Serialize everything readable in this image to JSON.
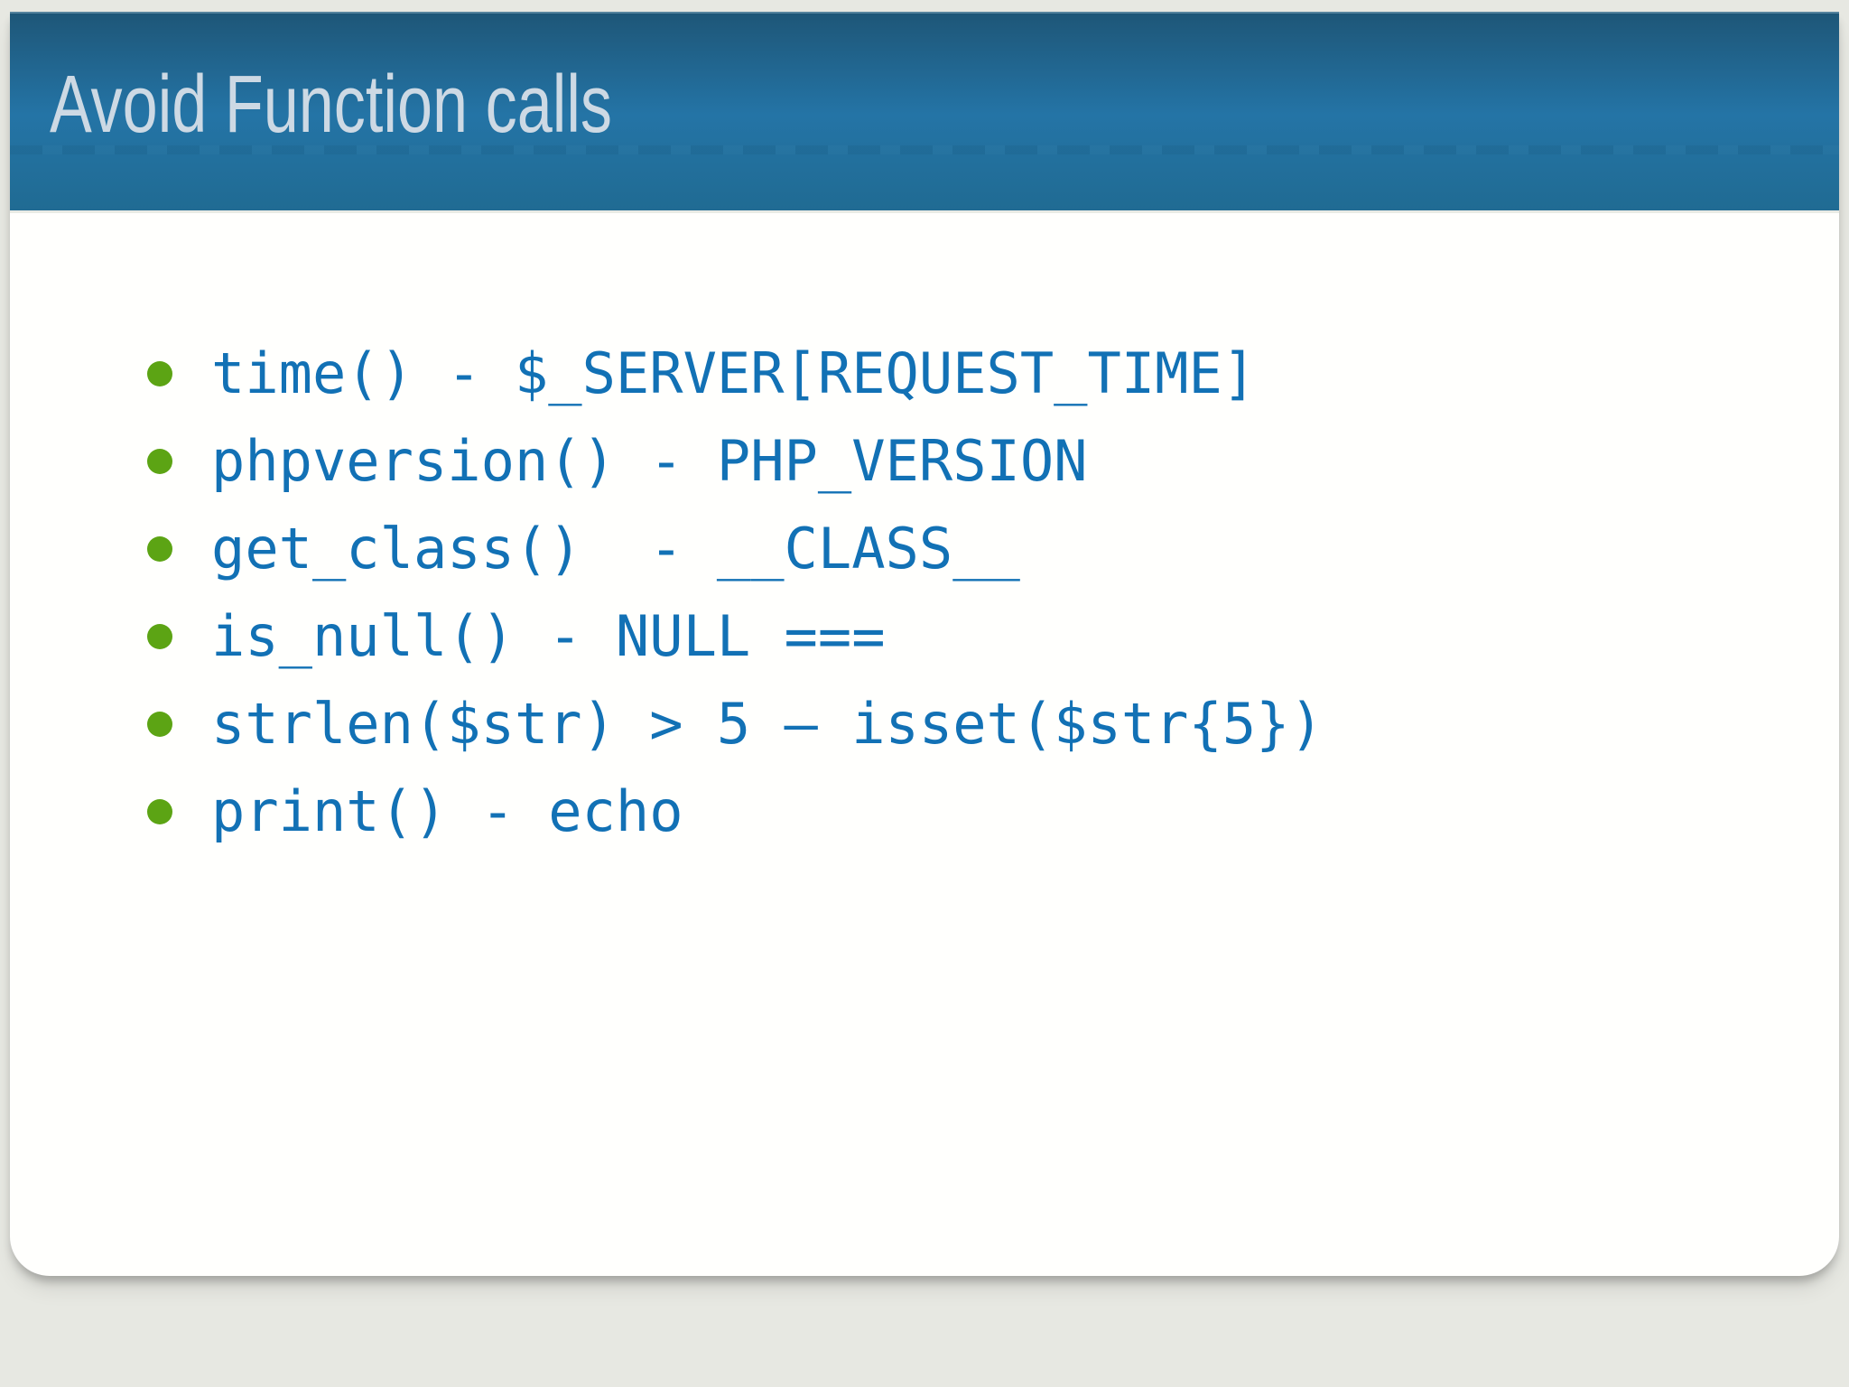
{
  "slide": {
    "title": "Avoid Function calls",
    "bullets": [
      "time() - $_SERVER[REQUEST_TIME]",
      "phpversion() - PHP_VERSION",
      "get_class()  - __CLASS__",
      "is_null() - NULL ===",
      "strlen($str) > 5 – isset($str{5})",
      "print() - echo"
    ],
    "colors": {
      "canvas_bg": "#e7e8e2",
      "slide_bg": "#fffffd",
      "header_top": "#1e5677",
      "header_mid": "#2474a6",
      "header_bottom": "#206b93",
      "title_text": "#cdd9e4",
      "code_text": "#1271b5",
      "bullet_dot": "#5ca414"
    }
  }
}
